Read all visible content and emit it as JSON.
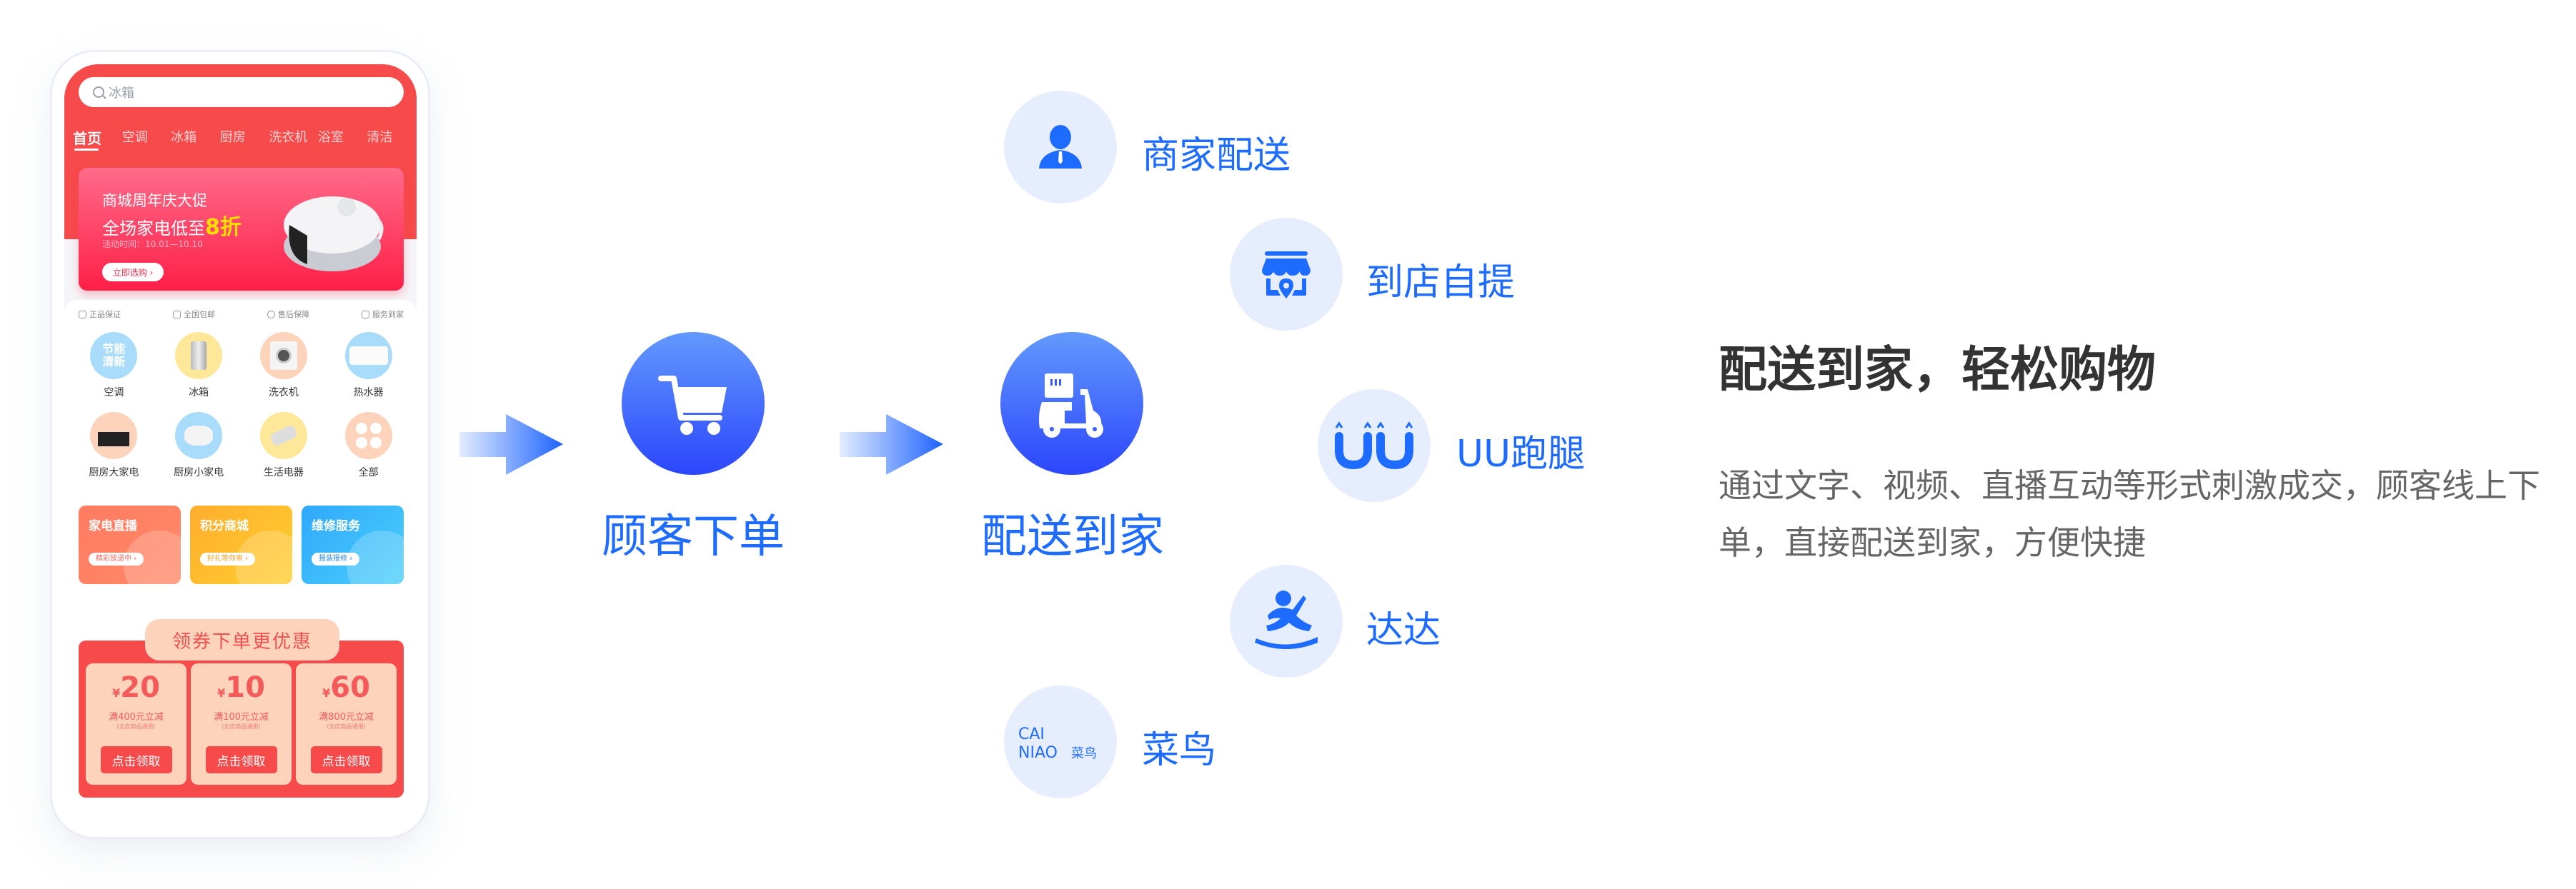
{
  "phone": {
    "search": {
      "placeholder": "冰箱",
      "icon": "search-icon"
    },
    "tabs": [
      {
        "label": "首页",
        "active": true
      },
      {
        "label": "空调"
      },
      {
        "label": "冰箱"
      },
      {
        "label": "厨房"
      },
      {
        "label": "洗衣机"
      },
      {
        "label": "浴室"
      },
      {
        "label": "清洁"
      }
    ],
    "banner": {
      "line1": "商城周年庆大促",
      "line2_prefix": "全场家电低至",
      "line2_highlight": "8折",
      "period": "活动时间：10.01—10.10",
      "cta": "立即选购 ›"
    },
    "badges": [
      {
        "icon": "shield-check-icon",
        "label": "正品保证"
      },
      {
        "icon": "truck-icon",
        "label": "全国包邮"
      },
      {
        "icon": "smile-icon",
        "label": "售后保障"
      },
      {
        "icon": "house-icon",
        "label": "服务到家"
      }
    ],
    "categories": [
      {
        "label": "空调",
        "badge": "节能\n清新",
        "color": "#a9dcfb"
      },
      {
        "label": "冰箱",
        "color": "#fde89a"
      },
      {
        "label": "洗衣机",
        "color": "#fdd3bc"
      },
      {
        "label": "热水器",
        "color": "#a9dcfb"
      },
      {
        "label": "厨房大家电",
        "color": "#fdd3bc"
      },
      {
        "label": "厨房小家电",
        "color": "#a9dcfb"
      },
      {
        "label": "生活电器",
        "color": "#fde89a"
      },
      {
        "label": "全部",
        "color": "#fdd3bc"
      }
    ],
    "promos": [
      {
        "title": "家电直播",
        "cta": "精彩放送中 ›",
        "icon": "tv-play-icon"
      },
      {
        "title": "积分商城",
        "cta": "好礼等你来 ›",
        "icon": "gift-icon"
      },
      {
        "title": "维修服务",
        "cta": "报装报修 ›",
        "icon": "gear-icon"
      }
    ],
    "coupon_section": {
      "title": "领券下单更优惠",
      "coupons": [
        {
          "currency": "¥",
          "amount": "20",
          "condition": "满400元立减",
          "note": "（全店商品通用）",
          "button": "点击领取"
        },
        {
          "currency": "¥",
          "amount": "10",
          "condition": "满100元立减",
          "note": "（全店商品通用）",
          "button": "点击领取"
        },
        {
          "currency": "¥",
          "amount": "60",
          "condition": "满800元立减",
          "note": "（全店商品通用）",
          "button": "点击领取"
        }
      ]
    }
  },
  "flow": {
    "steps": [
      {
        "label": "顾客下单",
        "icon": "shopping-cart-icon"
      },
      {
        "label": "配送到家",
        "icon": "delivery-scooter-icon"
      }
    ],
    "options": [
      {
        "label": "商家配送",
        "icon": "merchant-person-icon"
      },
      {
        "label": "到店自提",
        "icon": "store-pickup-icon"
      },
      {
        "label": "UU跑腿",
        "icon": "uu-logo-icon",
        "logo_text": "ÛÛ"
      },
      {
        "label": "达达",
        "icon": "dada-runner-icon"
      },
      {
        "label": "菜鸟",
        "icon": "cainiao-logo-icon",
        "logo_text": "CAI NIAO 菜鸟"
      }
    ]
  },
  "description": {
    "heading": "配送到家，轻松购物",
    "body": "通过文字、视频、直播互动等形式刺激成交，顾客线上下单，直接配送到家，方便快捷"
  },
  "colors": {
    "brand_red": "#f64a4b",
    "brand_blue": "#1e6bff",
    "option_bg": "#e6eefd"
  }
}
